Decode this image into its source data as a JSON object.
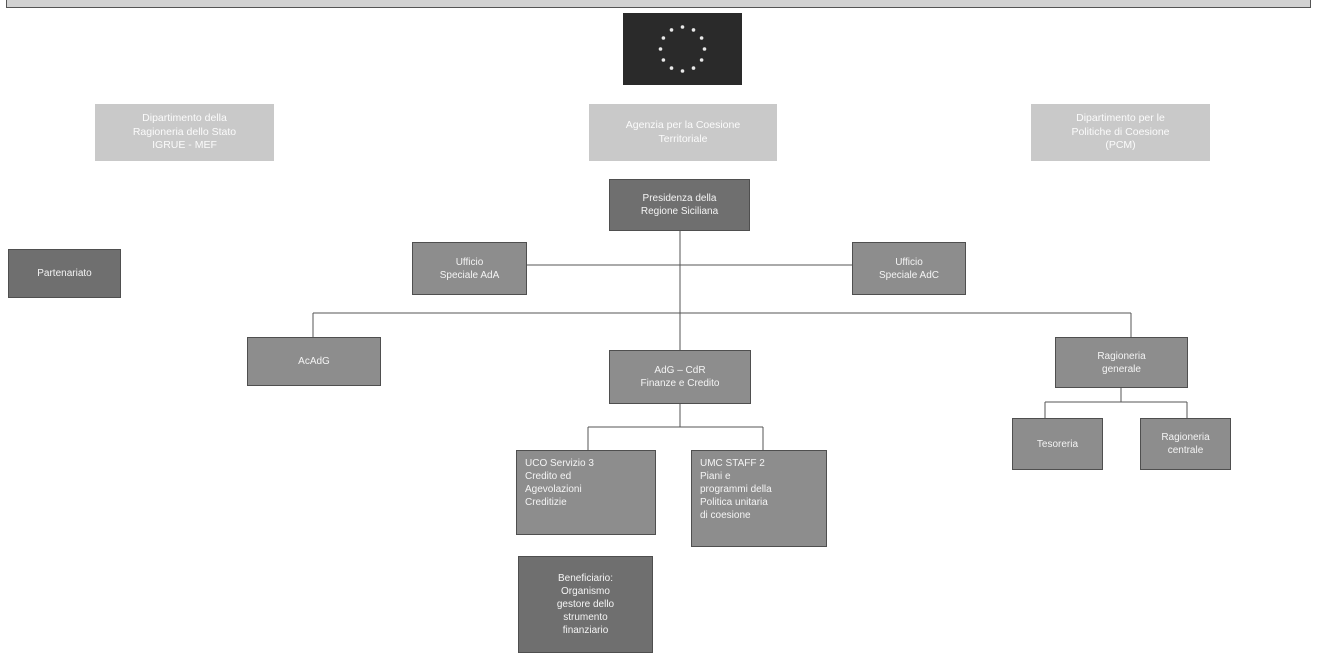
{
  "header_bar": "",
  "logo": {
    "icon": "eu-flag-icon",
    "colors": {
      "field": "#2a2a2a",
      "stars": "#e8e8e8"
    }
  },
  "top_institutions": {
    "left": "Dipartimento della\nRagioneria dello Stato\nIGRUE - MEF",
    "center": "Agenzia per la Coesione\nTerritoriale",
    "right": "Dipartimento per le\nPolitiche di Coesione\n(PCM)"
  },
  "presidenza": "Presidenza della\nRegione Siciliana",
  "partenariato": "Partenariato",
  "uffici": {
    "ada": "Ufficio\nSpeciale AdA",
    "adc": "Ufficio\nSpeciale AdC"
  },
  "level3": {
    "acadg": "AcAdG",
    "adg": "AdG – CdR\nFinanze e Credito",
    "ragioneria_generale": "Ragioneria\ngenerale"
  },
  "ragioneria_children": {
    "tesoreria": "Tesoreria",
    "ragioneria_centrale": "Ragioneria\ncentrale"
  },
  "adg_children": {
    "uco": "UCO  Servizio  3\nCredito          ed\nAgevolazioni\nCreditizie",
    "umc": "UMC STAFF 2\nPiani e\nprogrammi della\nPolitica unitaria\ndi coesione"
  },
  "beneficiario": "Beneficiario:\nOrganismo\ngestore dello\nstrumento\nfinanziario"
}
